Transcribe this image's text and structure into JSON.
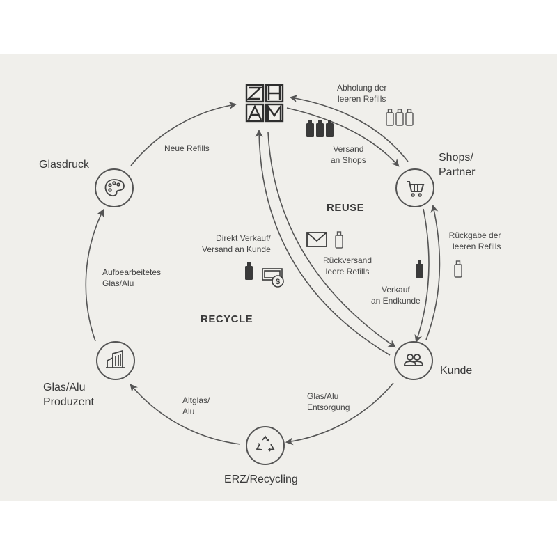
{
  "sections": {
    "reuse": "REUSE",
    "recycle": "RECYCLE"
  },
  "nodes": {
    "logo": {
      "icon": "zham-logo",
      "text": "ZHAM"
    },
    "shops": {
      "label_line1": "Shops/",
      "label_line2": "Partner",
      "icon": "cart-icon"
    },
    "kunde": {
      "label": "Kunde",
      "icon": "people-icon"
    },
    "erz": {
      "label": "ERZ/Recycling",
      "icon": "recycle-icon"
    },
    "produzent": {
      "label_line1": "Glas/Alu",
      "label_line2": "Produzent",
      "icon": "building-icon"
    },
    "glasdruck": {
      "label": "Glasdruck",
      "icon": "palette-icon"
    }
  },
  "flows": {
    "abholung": {
      "line1": "Abholung der",
      "line2": "leeren Refills"
    },
    "versand_shops": {
      "line1": "Versand",
      "line2": "an Shops"
    },
    "rueckgabe": {
      "line1": "Rückgabe der",
      "line2": "leeren Refills"
    },
    "verkauf": {
      "line1": "Verkauf",
      "line2": "an Endkunde"
    },
    "rueckversand": {
      "line1": "Rückversand",
      "line2": "leere Refills"
    },
    "direkt": {
      "line1": "Direkt Verkauf/",
      "line2": "Versand an Kunde"
    },
    "entsorgung": {
      "line1": "Glas/Alu",
      "line2": "Entsorgung"
    },
    "altglas": {
      "line1": "Altglas/",
      "line2": "Alu"
    },
    "aufbereitet": {
      "line1": "Aufbearbeitetes",
      "line2": "Glas/Alu"
    },
    "neue_refills": {
      "line1": "Neue Refills"
    }
  }
}
